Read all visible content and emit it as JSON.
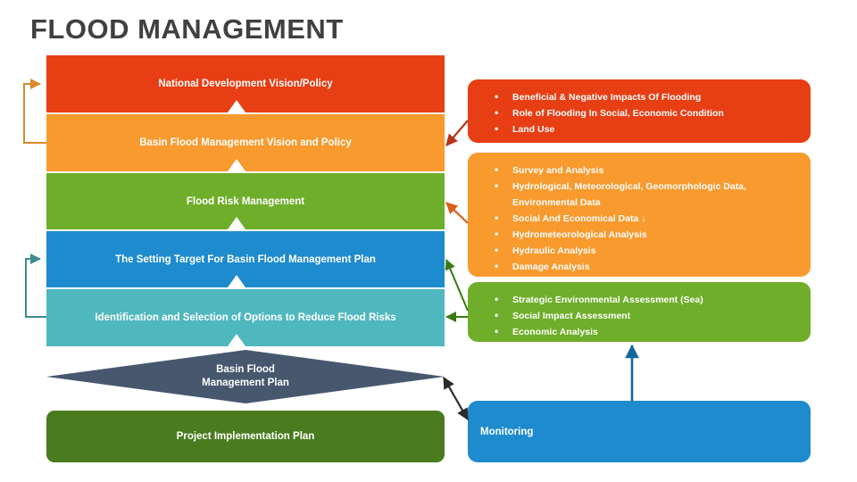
{
  "page": {
    "title": "FLOOD MANAGEMENT",
    "title_color": "#404040",
    "background": "#ffffff"
  },
  "flow": {
    "steps": [
      {
        "label": "National Development Vision/Policy",
        "color": "#E83E14",
        "shape": "chevron"
      },
      {
        "label": "Basin Flood Management Vision and Policy",
        "color": "#F89A2E",
        "shape": "chevron"
      },
      {
        "label": "Flood Risk Management",
        "color": "#6FAE2A",
        "shape": "chevron"
      },
      {
        "label": "The Setting Target For Basin Flood Management Plan",
        "color": "#1E8BCE",
        "shape": "chevron"
      },
      {
        "label": "Identification and Selection of Options to Reduce Flood Risks",
        "color": "#4FB8BE",
        "shape": "chevron"
      },
      {
        "label": "Basin Flood\nManagement Plan",
        "color": "#47576E",
        "shape": "diamond"
      },
      {
        "label": "Project Implementation Plan",
        "color": "#4A7C1F",
        "shape": "rounded-rect"
      }
    ],
    "diamond_line1": "Basin Flood",
    "diamond_line2": "Management Plan",
    "implementation_label": "Project Implementation Plan"
  },
  "panels": [
    {
      "name": "impacts-panel",
      "color": "#E83E14",
      "items": [
        "Beneficial & Negative Impacts Of Flooding",
        "Role of Flooding In Social, Economic Condition",
        "Land Use"
      ]
    },
    {
      "name": "analysis-panel",
      "color": "#F89A2E",
      "items": [
        "Survey and Analysis",
        "Hydrological, Meteorological, Geomorphologic Data, Environmental Data",
        "Social And Economical Data ↓",
        "Hydrometeorological Analysis",
        "Hydraulic Analysis",
        "Damage Analysis"
      ]
    },
    {
      "name": "assessment-panel",
      "color": "#6FAE2A",
      "items": [
        "Strategic Environmental Assessment (Sea)",
        "Social Impact Assessment",
        "Economic Analysis"
      ]
    }
  ],
  "monitoring": {
    "label": "Monitoring",
    "color": "#1E8BCE"
  },
  "connectors": {
    "feedback_policy_color": "#D8892A",
    "feedback_target_color": "#3F8C8C",
    "impacts_to_basin_color": "#B5331A",
    "analysis_to_risk_color": "#D8601A",
    "assessment_to_target_color": "#3A7A14",
    "assessment_to_options_color": "#3A7A14",
    "plan_to_monitoring_color": "#2B2B2B",
    "monitoring_to_assessment_color": "#12689E"
  }
}
